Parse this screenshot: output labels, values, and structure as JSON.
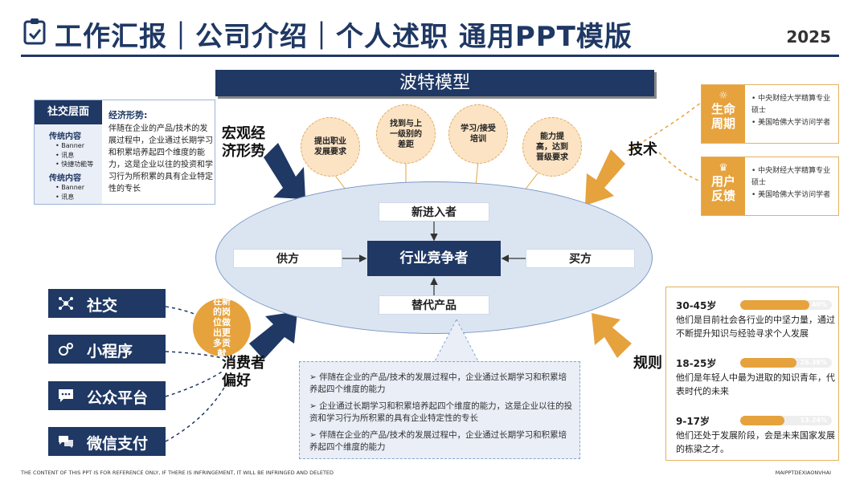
{
  "header": {
    "title": "工作汇报｜公司介绍｜个人述职 通用PPT模版",
    "year": "2025"
  },
  "model_title": "波特模型",
  "social": {
    "heading": "社交层面",
    "groups": [
      {
        "title": "传统内容",
        "items": [
          "Banner",
          "讯息",
          "快捷功能等"
        ]
      },
      {
        "title": "传统内容",
        "items": [
          "Banner",
          "讯息"
        ]
      }
    ],
    "econ_title": "经济形势:",
    "econ_body": "伴随在企业的产品/技术的发展过程中，企业通过长期学习和积累培养起四个维度的能力，这是企业以往的投资和学习行为所积累的具有企业特定性的专长"
  },
  "forces": {
    "macro": "宏观经济形势",
    "tech": "技术",
    "consumer": "消费者偏好",
    "rules": "规则"
  },
  "circles": [
    "提出职业发展要求",
    "找到与上一级别的差距",
    "学习/接受培训",
    "能力提高，达到晋级要求"
  ],
  "porter": {
    "core": "行业竞争者",
    "top": "新进入者",
    "bottom": "替代产品",
    "left": "供方",
    "right": "买方"
  },
  "tech_panels": [
    {
      "label": "生命周期",
      "lines": [
        "中央财经大学精算专业硕士",
        "美国哈佛大学访问学者"
      ]
    },
    {
      "label": "用户反馈",
      "lines": [
        "中央财经大学精算专业硕士",
        "美国哈佛大学访问学者"
      ]
    }
  ],
  "left_buttons": [
    {
      "icon": "network-icon",
      "label": "社交"
    },
    {
      "icon": "gears-icon",
      "label": "小程序"
    },
    {
      "icon": "chat-icon",
      "label": "公众平台"
    },
    {
      "icon": "speech-icon",
      "label": "微信支付"
    }
  ],
  "gold_circle": "在新的岗位做出更多贡献",
  "notes": [
    "伴随在企业的产品/技术的发展过程中，企业通过长期学习和积累培养起四个维度的能力",
    "企业通过长期学习和积累培养起四个维度的能力，这是企业以往的投资和学习行为所积累的具有企业特定性的专长",
    "伴随在企业的产品/技术的发展过程中，企业通过长期学习和积累培养起四个维度的能力"
  ],
  "rules_panel": [
    {
      "age": "30-45岁",
      "pct": "40%",
      "frac": 0.4,
      "desc": "他们是目前社会各行业的中坚力量，通过不断提升知识与经验寻求个人发展"
    },
    {
      "age": "18-25岁",
      "pct": "26.38%",
      "frac": 0.2638,
      "desc": "他们是年轻人中最为进取的知识青年，代表时代的未来"
    },
    {
      "age": "9-17岁",
      "pct": "13.24%",
      "frac": 0.1324,
      "desc": "他们还处于发展阶段，会是未来国家发展的栋梁之才。"
    }
  ],
  "footer": {
    "left": "THE CONTENT OF THIS PPT IS FOR REFERENCE ONLY, IF THERE IS INFRINGEMENT, IT WILL BE INFRINGED AND DELETED",
    "right": "MAIPPTDEXIAONVHAI"
  },
  "colors": {
    "navy": "#1f3864",
    "gold": "#e6a23c",
    "light_blue": "#dbe5f2"
  }
}
